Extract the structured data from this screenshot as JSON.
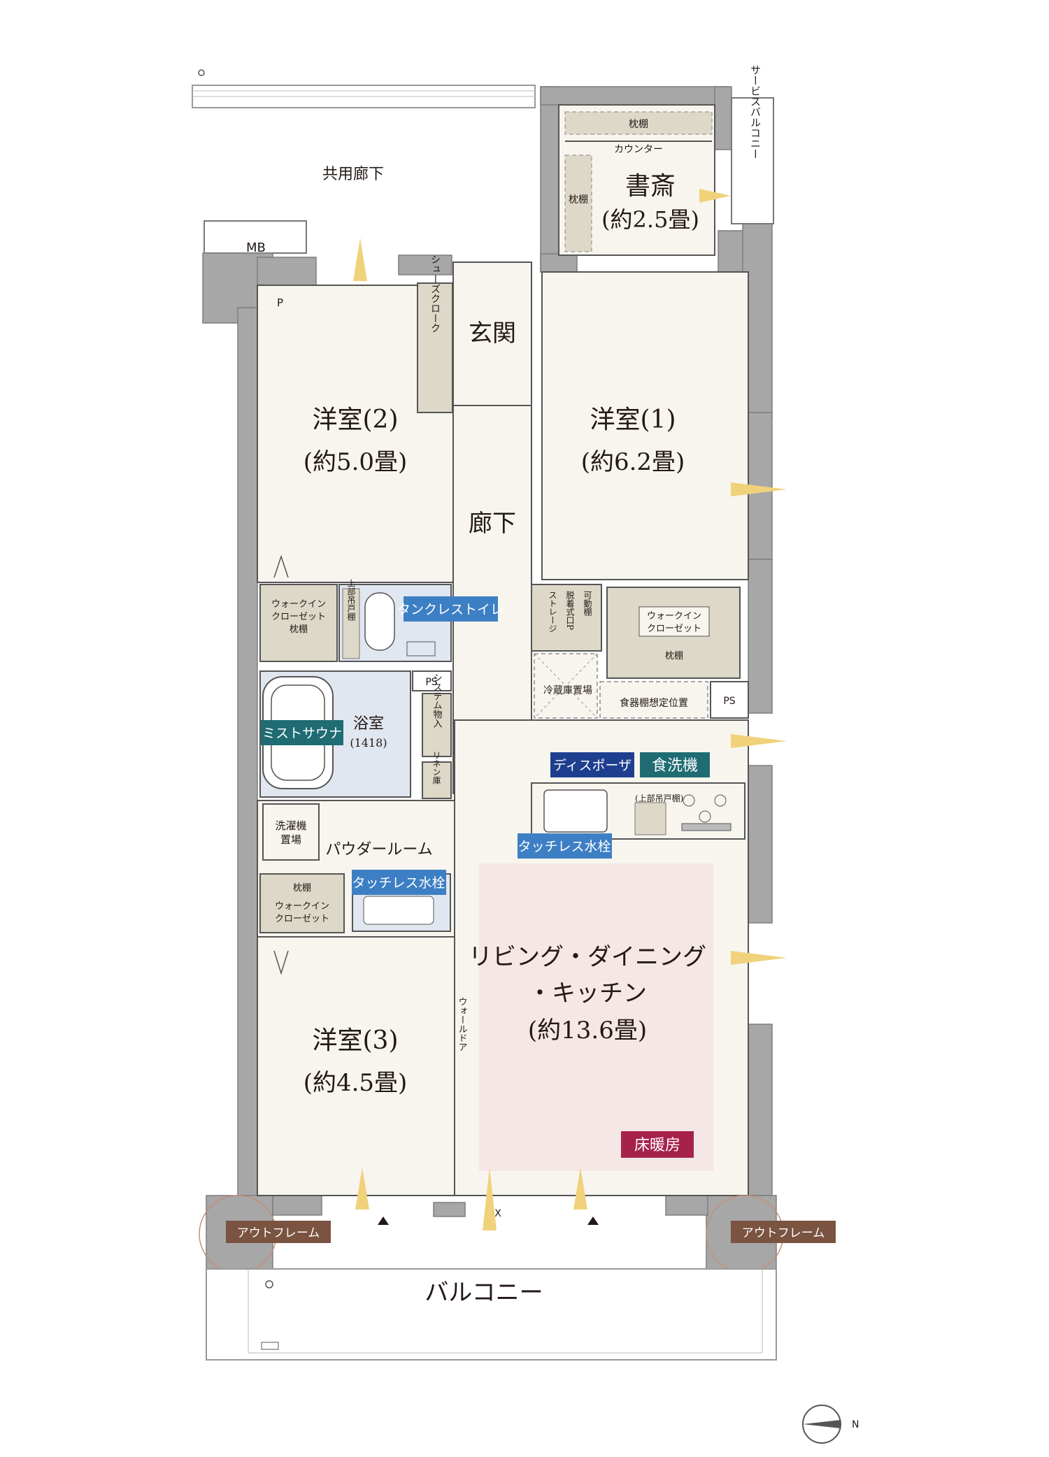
{
  "labels": {
    "common_corridor": "共用廊下",
    "mb": "MB",
    "p": "P",
    "entrance": "玄関",
    "shoe_closet": "シューズクローク",
    "hallway": "廊下",
    "room1_name": "洋室(1)",
    "room1_size": "(約6.2畳)",
    "room2_name": "洋室(2)",
    "room2_size": "(約5.0畳)",
    "room3_name": "洋室(3)",
    "room3_size": "(約4.5畳)",
    "study_name": "書斎",
    "study_size": "(約2.5畳)",
    "study_shelf_top": "枕棚",
    "study_counter": "カウンター",
    "study_shelf_side": "枕棚",
    "service_balcony": "サービスバルコニー",
    "wic_left_top_1": "ウォークイン",
    "wic_left_top_2": "クローゼット",
    "wic_left_top_shelf": "枕棚",
    "upper_cabinet_toilet": "上部吊戸棚",
    "tankless_toilet": "タンクレストイレ",
    "storage_left": "ストレージ",
    "storage_mid": "脱着式口P",
    "storage_right": "可動棚",
    "wic_right_1": "ウォークイン",
    "wic_right_2": "クローゼット",
    "wic_right_shelf": "枕棚",
    "ps_left": "PS",
    "ps_right": "PS",
    "fridge": "冷蔵庫置場",
    "cupboard": "食器棚想定位置",
    "bath_name": "浴室",
    "bath_size": "(1418)",
    "mist_sauna": "ミストサウナ",
    "system_storage": "システム物入",
    "linen": "リネン庫",
    "disposer": "ディスポーザ",
    "dishwasher": "食洗機",
    "upper_cabinet_kitchen": "(上部吊戸棚)",
    "touchless_faucet_kitchen": "タッチレス水栓",
    "washer": "洗濯機",
    "washer2": "置場",
    "powder_room": "パウダールーム",
    "touchless_faucet_powder": "タッチレス水栓",
    "wic_left_bottom_shelf": "枕棚",
    "wic_left_bottom_1": "ウォークイン",
    "wic_left_bottom_2": "クローゼット",
    "ldk_1": "リビング・ダイニング",
    "ldk_2": "・キッチン",
    "ldk_size": "(約13.6畳)",
    "floor_heating": "床暖房",
    "wall_door": "ウォールドア",
    "fix": "FIX",
    "outframe_left": "アウトフレーム",
    "outframe_right": "アウトフレーム",
    "balcony": "バルコニー",
    "north": "N"
  },
  "colors": {
    "room_fill": "#f7f5ee",
    "wall": "#a7a7a7",
    "storage_fill": "#ddd8c7",
    "wet_fill": "#e1e7f0",
    "ldk_pink": "#f4e7e6",
    "blue_badge": "#3d7fc4",
    "navy_badge": "#1e3f8f",
    "teal_badge": "#1f6c73",
    "heating_badge": "#a6214b",
    "outframe_badge": "#7a5341"
  }
}
